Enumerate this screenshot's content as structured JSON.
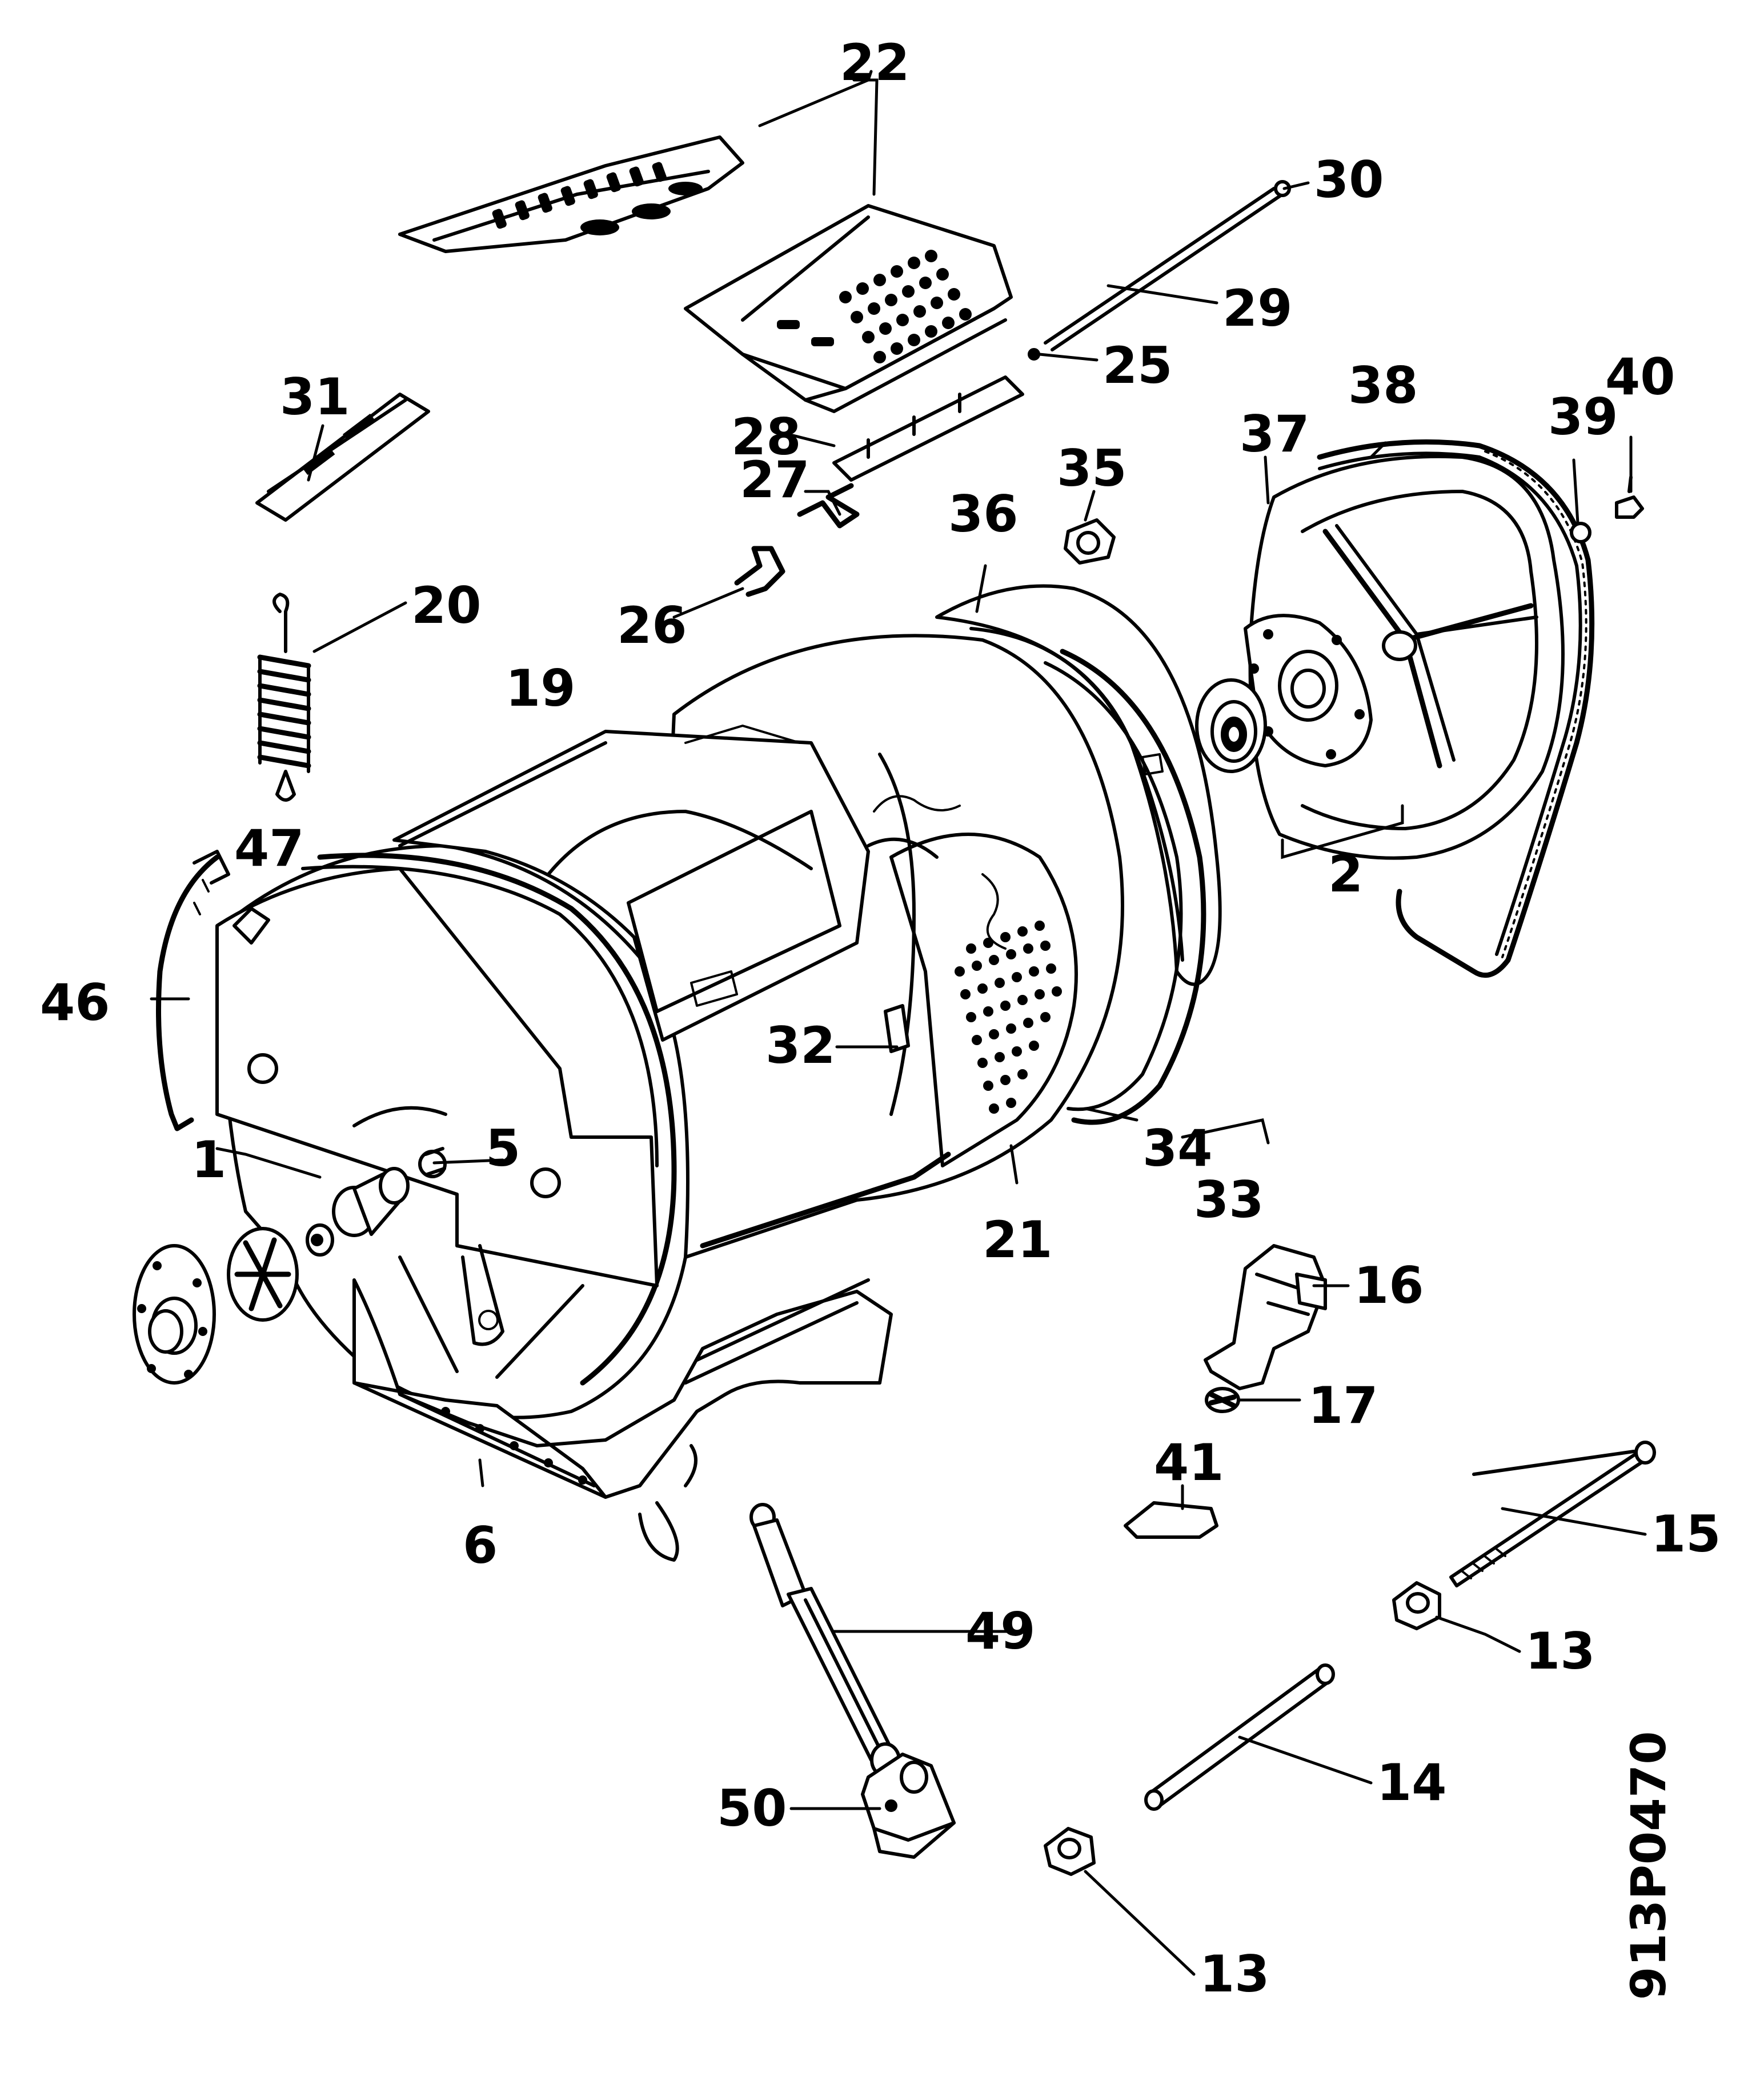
{
  "diagram": {
    "document_number": "913P0470",
    "part_labels": [
      {
        "id": "1",
        "text": "1"
      },
      {
        "id": "2",
        "text": "2"
      },
      {
        "id": "5",
        "text": "5"
      },
      {
        "id": "6",
        "text": "6"
      },
      {
        "id": "13a",
        "text": "13"
      },
      {
        "id": "13b",
        "text": "13"
      },
      {
        "id": "14",
        "text": "14"
      },
      {
        "id": "15",
        "text": "15"
      },
      {
        "id": "16",
        "text": "16"
      },
      {
        "id": "17",
        "text": "17"
      },
      {
        "id": "19",
        "text": "19"
      },
      {
        "id": "20",
        "text": "20"
      },
      {
        "id": "21",
        "text": "21"
      },
      {
        "id": "22",
        "text": "22"
      },
      {
        "id": "25",
        "text": "25"
      },
      {
        "id": "26",
        "text": "26"
      },
      {
        "id": "27",
        "text": "27"
      },
      {
        "id": "28",
        "text": "28"
      },
      {
        "id": "29",
        "text": "29"
      },
      {
        "id": "30",
        "text": "30"
      },
      {
        "id": "31",
        "text": "31"
      },
      {
        "id": "32",
        "text": "32"
      },
      {
        "id": "33",
        "text": "33"
      },
      {
        "id": "34",
        "text": "34"
      },
      {
        "id": "35",
        "text": "35"
      },
      {
        "id": "36",
        "text": "36"
      },
      {
        "id": "37",
        "text": "37"
      },
      {
        "id": "38",
        "text": "38"
      },
      {
        "id": "39",
        "text": "39"
      },
      {
        "id": "40",
        "text": "40"
      },
      {
        "id": "41",
        "text": "41"
      },
      {
        "id": "46",
        "text": "46"
      },
      {
        "id": "47",
        "text": "47"
      },
      {
        "id": "49",
        "text": "49"
      },
      {
        "id": "50",
        "text": "50"
      }
    ]
  }
}
